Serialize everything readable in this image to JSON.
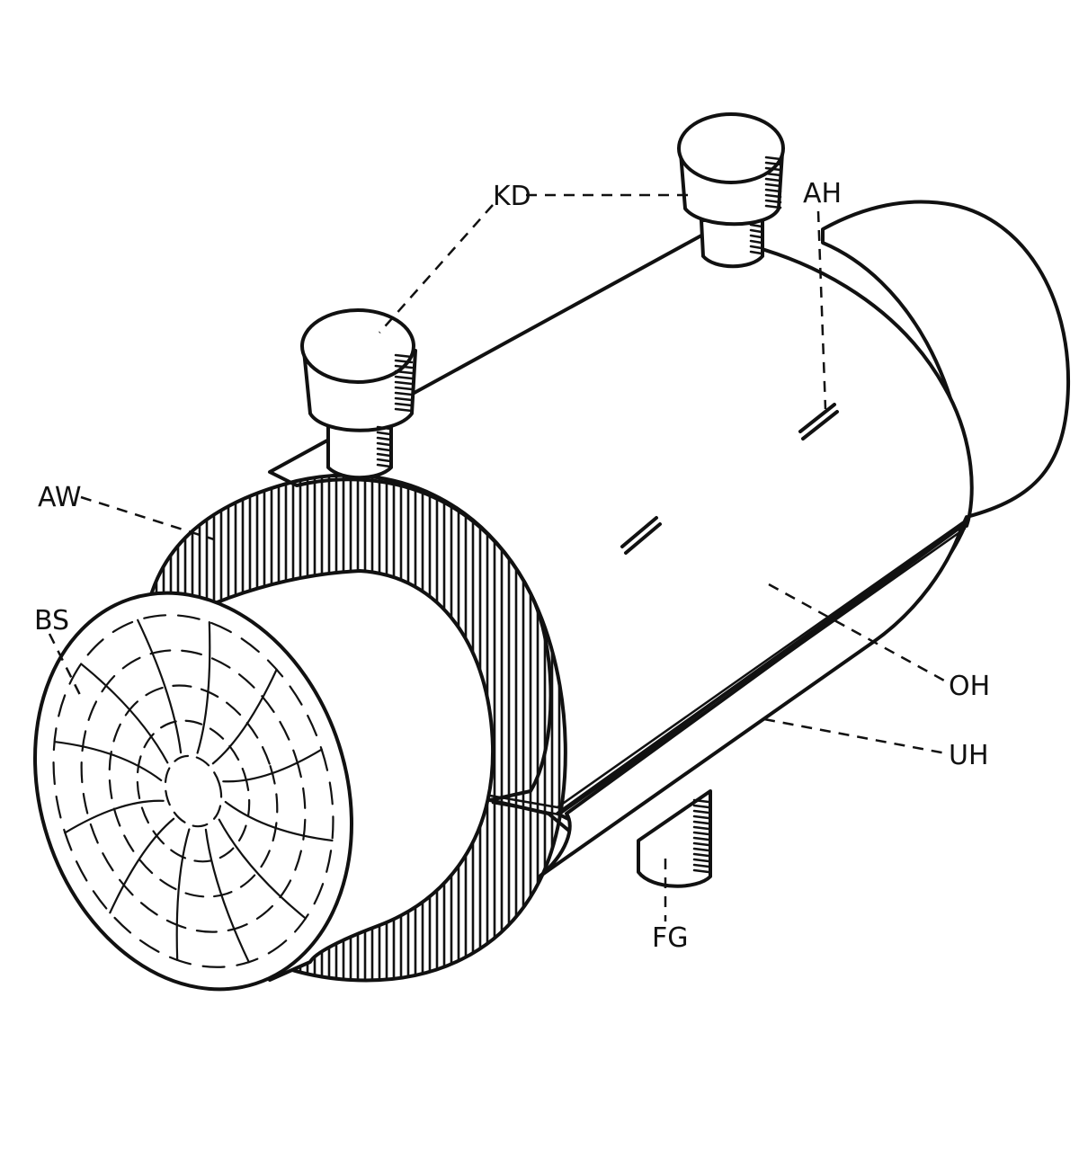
{
  "labels": {
    "kd": "KD",
    "ah": "AH",
    "aw": "AW",
    "bs": "BS",
    "oh": "OH",
    "uh": "UH",
    "fg": "FG"
  },
  "colors": {
    "ink": "#111111",
    "paper": "#ffffff"
  }
}
